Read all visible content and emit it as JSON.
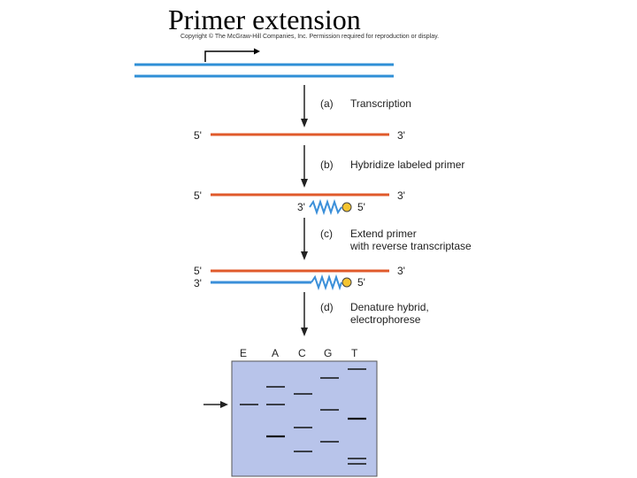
{
  "title": "Primer extension",
  "copyright": "Copyright © The McGraw-Hill Companies, Inc. Permission required for reproduction or display.",
  "steps": [
    {
      "letter": "(a)",
      "text": [
        "Transcription"
      ]
    },
    {
      "letter": "(b)",
      "text": [
        "Hybridize labeled primer"
      ]
    },
    {
      "letter": "(c)",
      "text": [
        "Extend primer",
        "with reverse transcriptase"
      ]
    },
    {
      "letter": "(d)",
      "text": [
        "Denature hybrid,",
        "electrophorese"
      ]
    }
  ],
  "end_labels": {
    "five_prime": "5'",
    "three_prime": "3'"
  },
  "gel": {
    "lanes": [
      "E",
      "A",
      "C",
      "G",
      "T"
    ]
  },
  "colors": {
    "dna": "#2f8fd6",
    "rna": "#e05a2b",
    "primer": "#3b8fd9",
    "label_dot": "#f4c430",
    "gel": "#b8c4ea",
    "arrow": "#222222"
  }
}
